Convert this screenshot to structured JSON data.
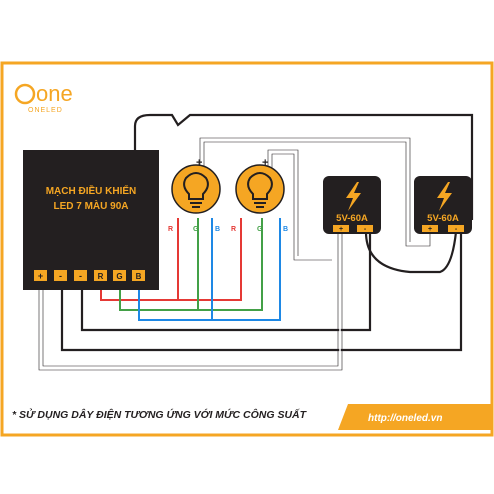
{
  "brand": {
    "logo_text": "one",
    "logo_sub": "ONELED",
    "accent_color": "#f5a623",
    "dark_color": "#231f20"
  },
  "controller": {
    "title_line1": "MẠCH ĐIỀU KHIỂN",
    "title_line2": "LED 7 MÀU 90A",
    "terminals": [
      "+",
      "-",
      "-",
      "R",
      "G",
      "B"
    ]
  },
  "bulbs": [
    {
      "plus": "+",
      "wire_labels": [
        "R",
        "G",
        "B"
      ]
    },
    {
      "plus": "+",
      "wire_labels": [
        "R",
        "G",
        "B"
      ]
    }
  ],
  "power_supplies": [
    {
      "label": "5V-60A",
      "terminals": [
        "+",
        "-"
      ],
      "icon": "lightning-icon"
    },
    {
      "label": "5V-60A",
      "terminals": [
        "+",
        "-"
      ],
      "icon": "lightning-icon"
    }
  ],
  "wire_colors": {
    "red": "#e53935",
    "green": "#43a047",
    "blue": "#1e88e5",
    "black": "#231f20",
    "white": "#ffffff"
  },
  "footer": {
    "note": "* SỬ DỤNG DÂY ĐIỆN TƯƠNG ỨNG VỚI MỨC CÔNG SUẤT",
    "url": "http://oneled.vn"
  }
}
